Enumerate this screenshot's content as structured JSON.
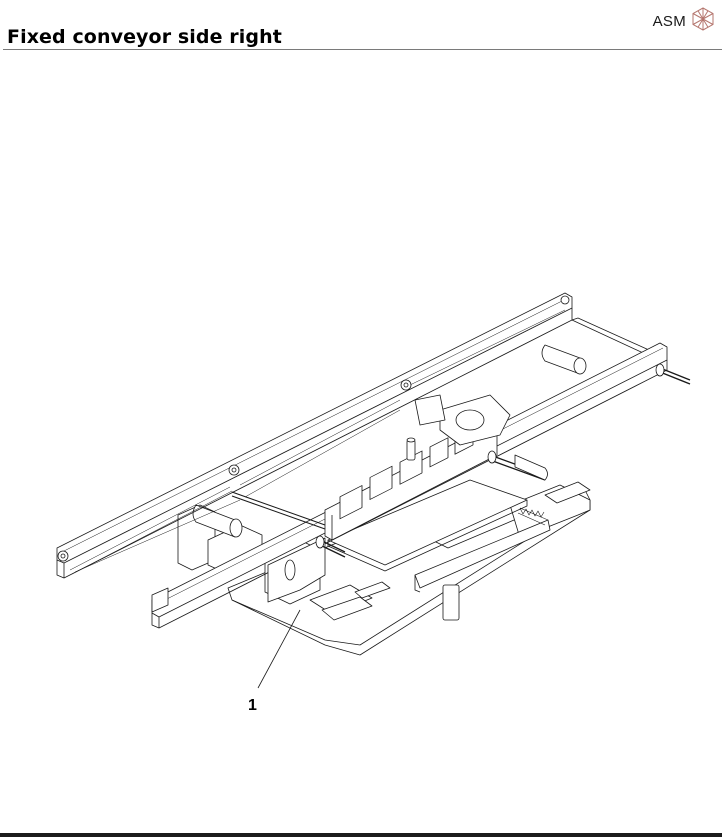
{
  "header": {
    "title": "Fixed conveyor side right",
    "brand": {
      "name": "ASM",
      "logo_icon": "cube-wireframe-logo-icon",
      "logo_color": "#b5776f"
    }
  },
  "drawing": {
    "description": "Isometric line drawing of fixed conveyor, right side assembly",
    "callouts": [
      {
        "number": "1",
        "label": "1"
      }
    ]
  },
  "colors": {
    "text": "#000000",
    "header_rule": "#7a7a7a",
    "footer_rule": "#1c1c1c",
    "line": "#1a1a1a"
  }
}
